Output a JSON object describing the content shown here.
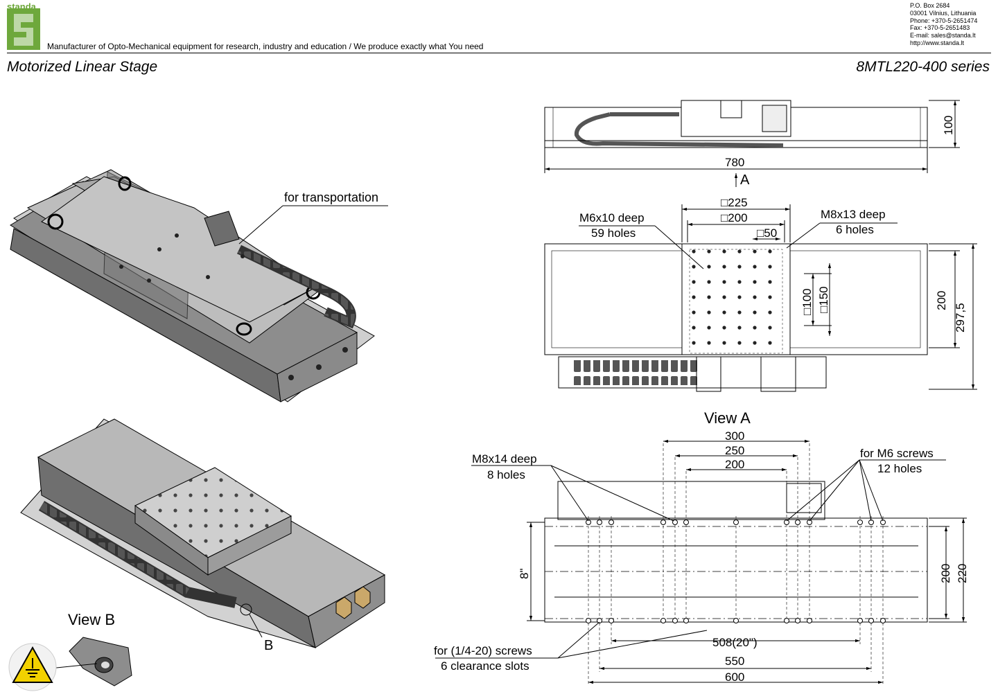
{
  "header": {
    "brand": "standa",
    "tagline": "Manufacturer of Opto-Mechanical equipment for research, industry and education / We produce exactly what You need",
    "contact": [
      "P.O. Box 2684",
      "03001 Vilnius, Lithuania",
      "Phone: +370-5-2651474",
      "Fax: +370-5-2651483",
      "E-mail: sales@standa.lt",
      "http://www.standa.lt"
    ]
  },
  "title": {
    "product_type": "Motorized Linear Stage",
    "series": "8MTL220-400 series"
  },
  "iso_top": {
    "callout": "for transportation"
  },
  "iso_bottom": {
    "detail_marker": "B",
    "view_b_label": "View B"
  },
  "top_view": {
    "height_dim": "100",
    "length_dim": "780",
    "view_arrow": "A"
  },
  "plan_view": {
    "dim_225": "□225",
    "dim_200": "□200",
    "dim_50": "□50",
    "dim_100": "□100",
    "dim_150": "□150",
    "width_200": "200",
    "width_297": "297,5",
    "left_callout_1": "M6x10 deep",
    "left_callout_2": "59 holes",
    "right_callout_1": "M8x13 deep",
    "right_callout_2": "6 holes"
  },
  "view_a": {
    "title": "View A",
    "dim_300": "300",
    "dim_250": "250",
    "dim_200": "200",
    "callout_m8_1": "M8x14 deep",
    "callout_m8_2": "8 holes",
    "callout_m6_1": "for M6 screws",
    "callout_m6_2": "12 holes",
    "dim_8in": "8\"",
    "width_200": "200",
    "width_220": "220",
    "dim_508": "508(20\")",
    "dim_550": "550",
    "dim_600": "600",
    "callout_slots_1": "for (1/4-20) screws",
    "callout_slots_2": "6 clearance slots"
  },
  "colors": {
    "logo_green": "#6ea83c",
    "body_grey": "#9e9e9e",
    "warning_yellow": "#f2d100"
  }
}
